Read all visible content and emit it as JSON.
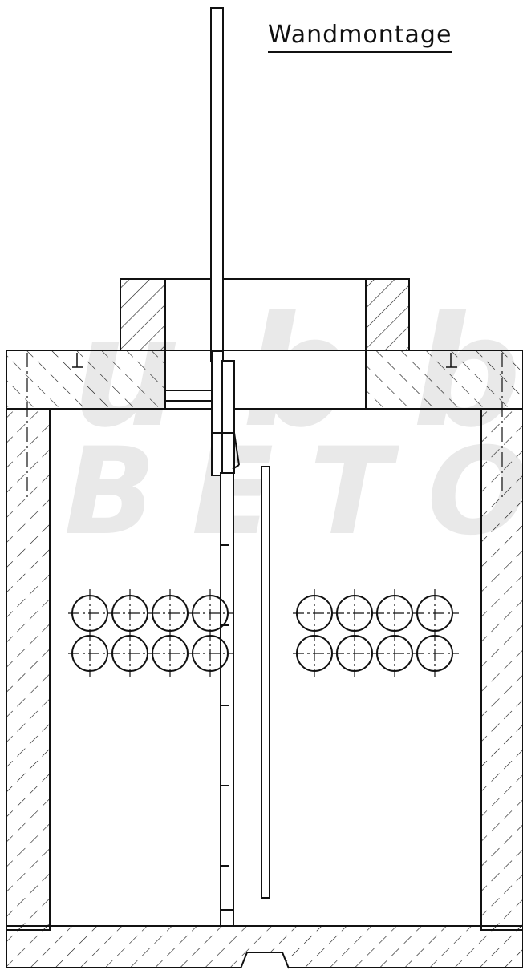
{
  "title": "Wandmontage",
  "watermark": {
    "line1": "ubb",
    "line2": "BETO"
  },
  "colors": {
    "ink": "#111111",
    "watermark": "#e9e9e9"
  }
}
